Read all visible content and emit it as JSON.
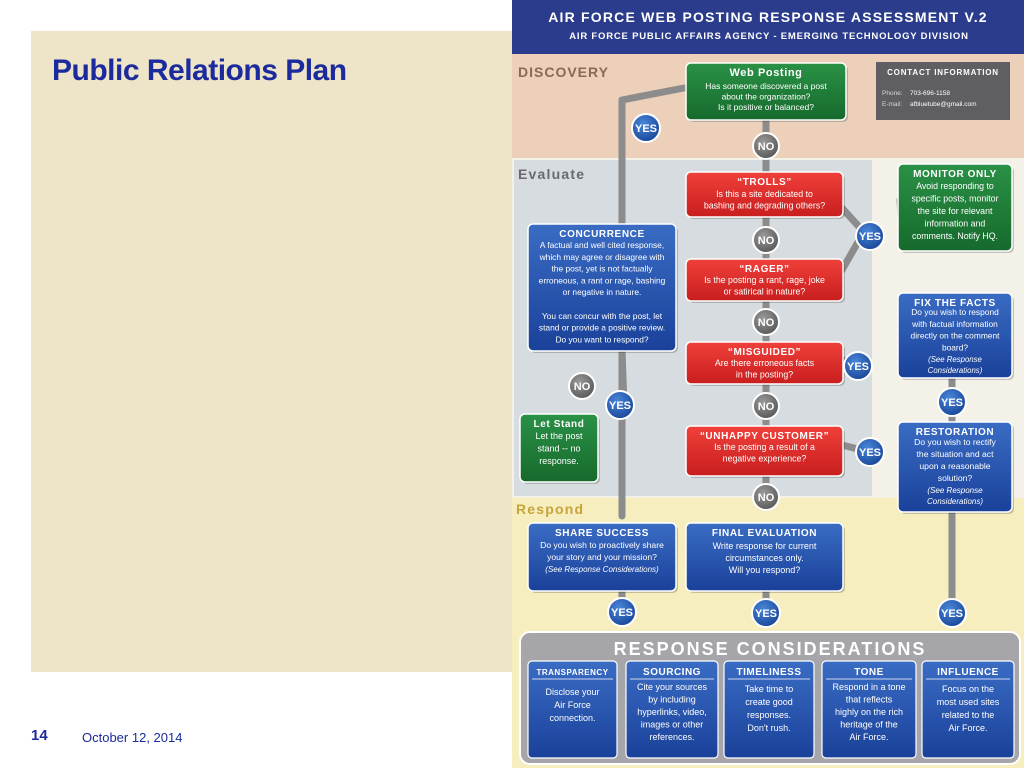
{
  "slide": {
    "title": "Public Relations Plan",
    "page_number": "14",
    "date": "October 12, 2014"
  },
  "chart_header": {
    "title": "Air Force Web Posting Response Assessment V.2",
    "subtitle": "Air Force Public Affairs Agency - Emerging Technology Division"
  },
  "sections": {
    "discovery": "DISCOVERY",
    "evaluate": "Evaluate",
    "respond": "Respond"
  },
  "contact": {
    "title": "CONTACT INFORMATION",
    "phone_label": "Phone:",
    "phone": "703-696-1158",
    "email_label": "E-mail:",
    "email": "afbluetube@gmail.com"
  },
  "nodes": {
    "web_posting": {
      "title": "Web Posting",
      "lines": [
        "Has someone discovered a post",
        "about the organization?",
        "Is it positive or balanced?"
      ]
    },
    "trolls": {
      "title": "“TROLLS”",
      "lines": [
        "Is this a  site dedicated to",
        "bashing and degrading others?"
      ]
    },
    "rager": {
      "title": "“RAGER”",
      "lines": [
        "Is the posting a rant, rage, joke",
        "or satirical in nature?"
      ]
    },
    "misguided": {
      "title": "“MISGUIDED”",
      "lines": [
        "Are there erroneous facts",
        "in the posting?"
      ]
    },
    "unhappy": {
      "title": "“UNHAPPY CUSTOMER”",
      "lines": [
        "Is the posting a result of a",
        "negative experience?"
      ]
    },
    "monitor": {
      "title": "MONITOR ONLY",
      "lines": [
        "Avoid responding to",
        "specific posts, monitor",
        "the site for relevant",
        "information and",
        "comments. Notify HQ."
      ]
    },
    "concurrence": {
      "title": "CONCURRENCE",
      "lines": [
        "A factual and well cited response,",
        "which may agree or disagree with",
        "the post, yet is not factually",
        "erroneous,  a rant or rage, bashing",
        "or negative in nature.",
        "",
        "You can concur with the post, let",
        "stand or provide a positive review.",
        "Do you want to respond?"
      ]
    },
    "fix_facts": {
      "title": "FIX THE FACTS",
      "lines": [
        "Do you wish to respond",
        "with factual information",
        "directly on  the comment",
        "board?"
      ],
      "italic": [
        "(See Response",
        "Considerations)"
      ]
    },
    "restoration": {
      "title": "RESTORATION",
      "lines": [
        "Do you wish to rectify",
        "the situation and act",
        "upon a reasonable",
        "solution?"
      ],
      "italic": [
        "(See Response",
        "Considerations)"
      ]
    },
    "let_stand": {
      "title": "Let Stand",
      "lines": [
        "Let the post",
        "stand -- no",
        "response."
      ]
    },
    "share_success": {
      "title": "SHARE SUCCESS",
      "lines": [
        "Do you wish to proactively share",
        "your story and your mission?"
      ],
      "italic": [
        "(See  Response Considerations)"
      ]
    },
    "final_eval": {
      "title": "FINAL EVALUATION",
      "lines": [
        "Write response for current",
        "circumstances only.",
        "Will you respond?"
      ]
    }
  },
  "labels": {
    "yes": "YES",
    "no": "NO"
  },
  "considerations": {
    "title": "RESPONSE CONSIDERATIONS",
    "items": [
      {
        "title": "TRANSPARENCY",
        "lines": [
          "Disclose your",
          "Air Force",
          "connection."
        ]
      },
      {
        "title": "SOURCING",
        "lines": [
          "Cite your sources",
          "by including",
          "hyperlinks, video,",
          "images or other",
          "references."
        ]
      },
      {
        "title": "TIMELINESS",
        "lines": [
          "Take time to",
          "create good",
          "responses.",
          "Don't rush."
        ]
      },
      {
        "title": "TONE",
        "lines": [
          "Respond in a tone",
          "that reflects",
          "highly on the rich",
          "heritage of the",
          "Air Force."
        ]
      },
      {
        "title": "INFLUENCE",
        "lines": [
          "Focus on the",
          "most used sites",
          "related to the",
          "Air Force."
        ]
      }
    ]
  },
  "colors": {
    "navy": "#2b3c8c",
    "blue_box": "#1f4ea8",
    "red_box": "#e02a27",
    "green_box": "#1d7a36",
    "discovery_bg": "#ecd0ba",
    "evaluate_bg": "#d6dce0",
    "respond_bg": "#f6eebe",
    "considerations_bg": "#a6a6aa",
    "title_blue": "#1b2a9c"
  }
}
